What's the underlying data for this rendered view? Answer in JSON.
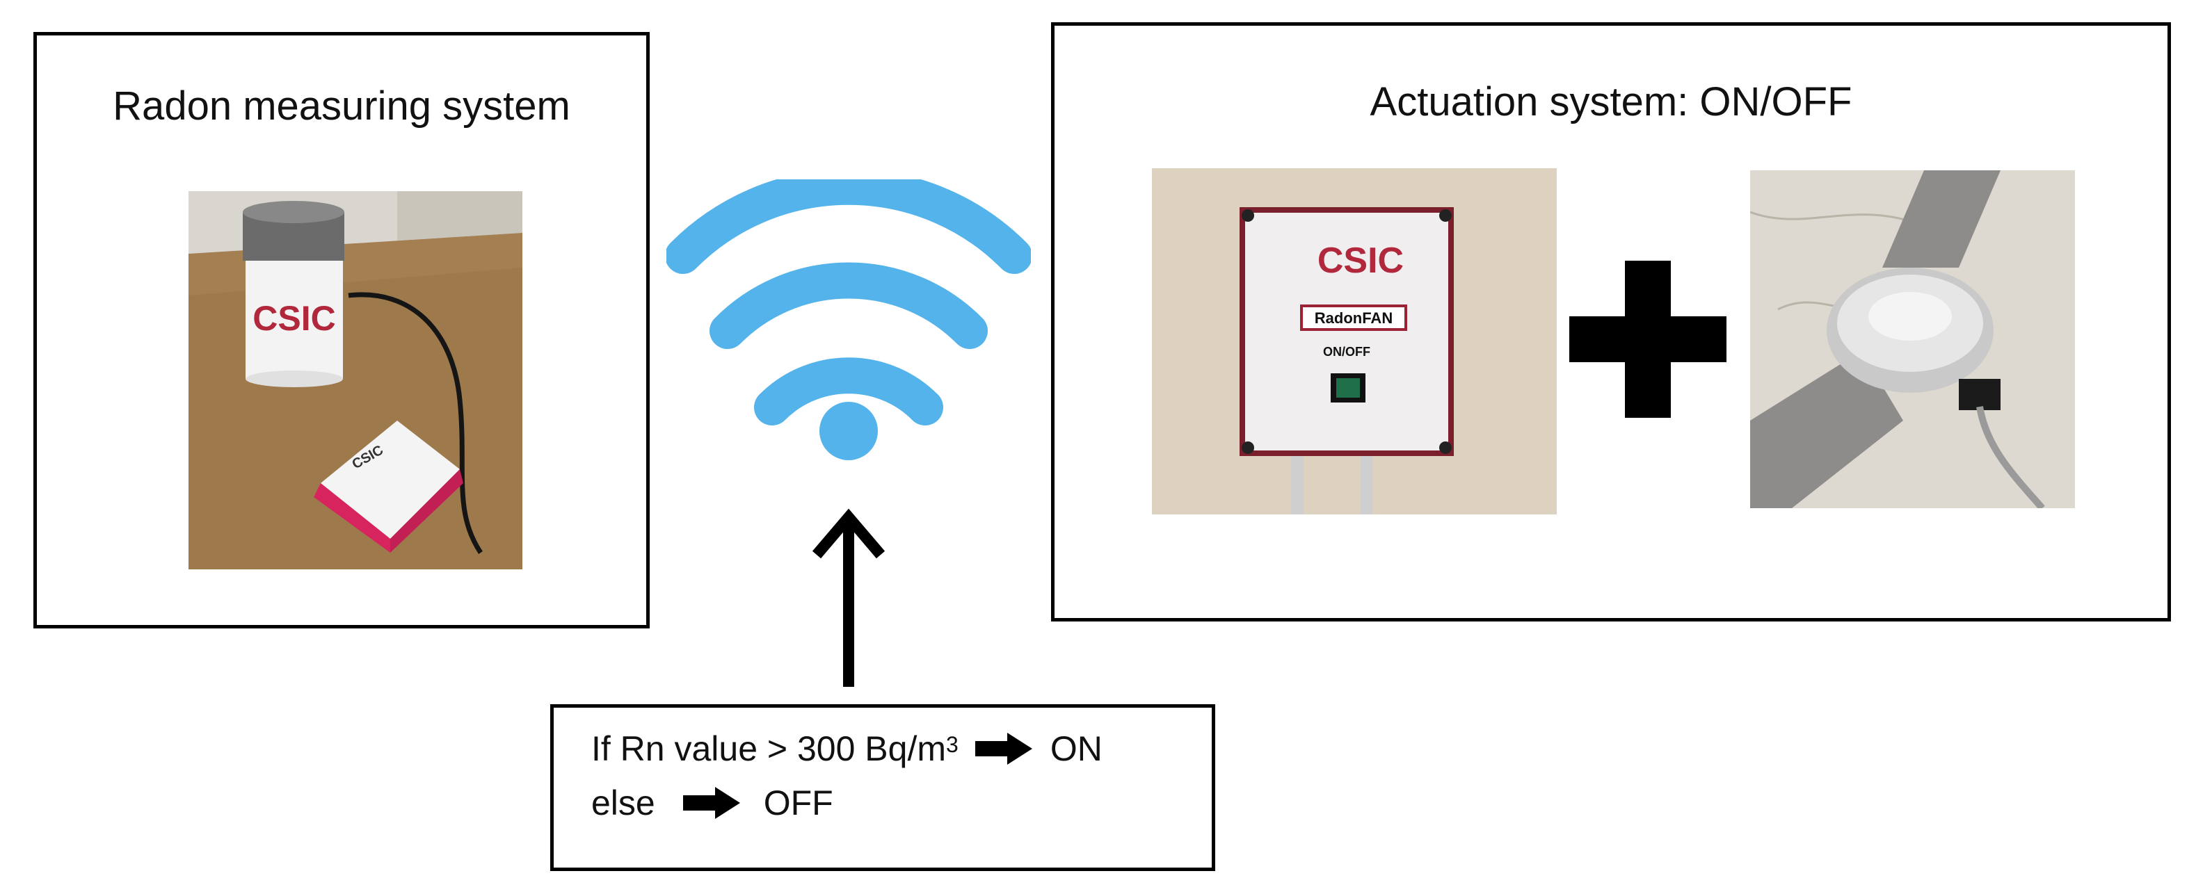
{
  "left_panel": {
    "title": "Radon measuring system",
    "photo": {
      "cup_brand": "CSIC",
      "device_brand": "CSIC"
    }
  },
  "right_panel": {
    "title": "Actuation system: ON/OFF",
    "controller_photo": {
      "brand": "CSIC",
      "label": "RadonFAN",
      "switch_label": "ON/OFF"
    }
  },
  "condition": {
    "line1_prefix": "If Rn value > 300 Bq/m",
    "line1_sup": "3",
    "line1_result": "ON",
    "line2_prefix": "else",
    "line2_result": "OFF"
  },
  "colors": {
    "wifi": "#53b3ea",
    "csic_red": "#b1283c",
    "border": "#000000"
  },
  "icons": [
    "wifi-icon",
    "up-arrow-icon",
    "plus-icon",
    "right-arrow-icon"
  ]
}
